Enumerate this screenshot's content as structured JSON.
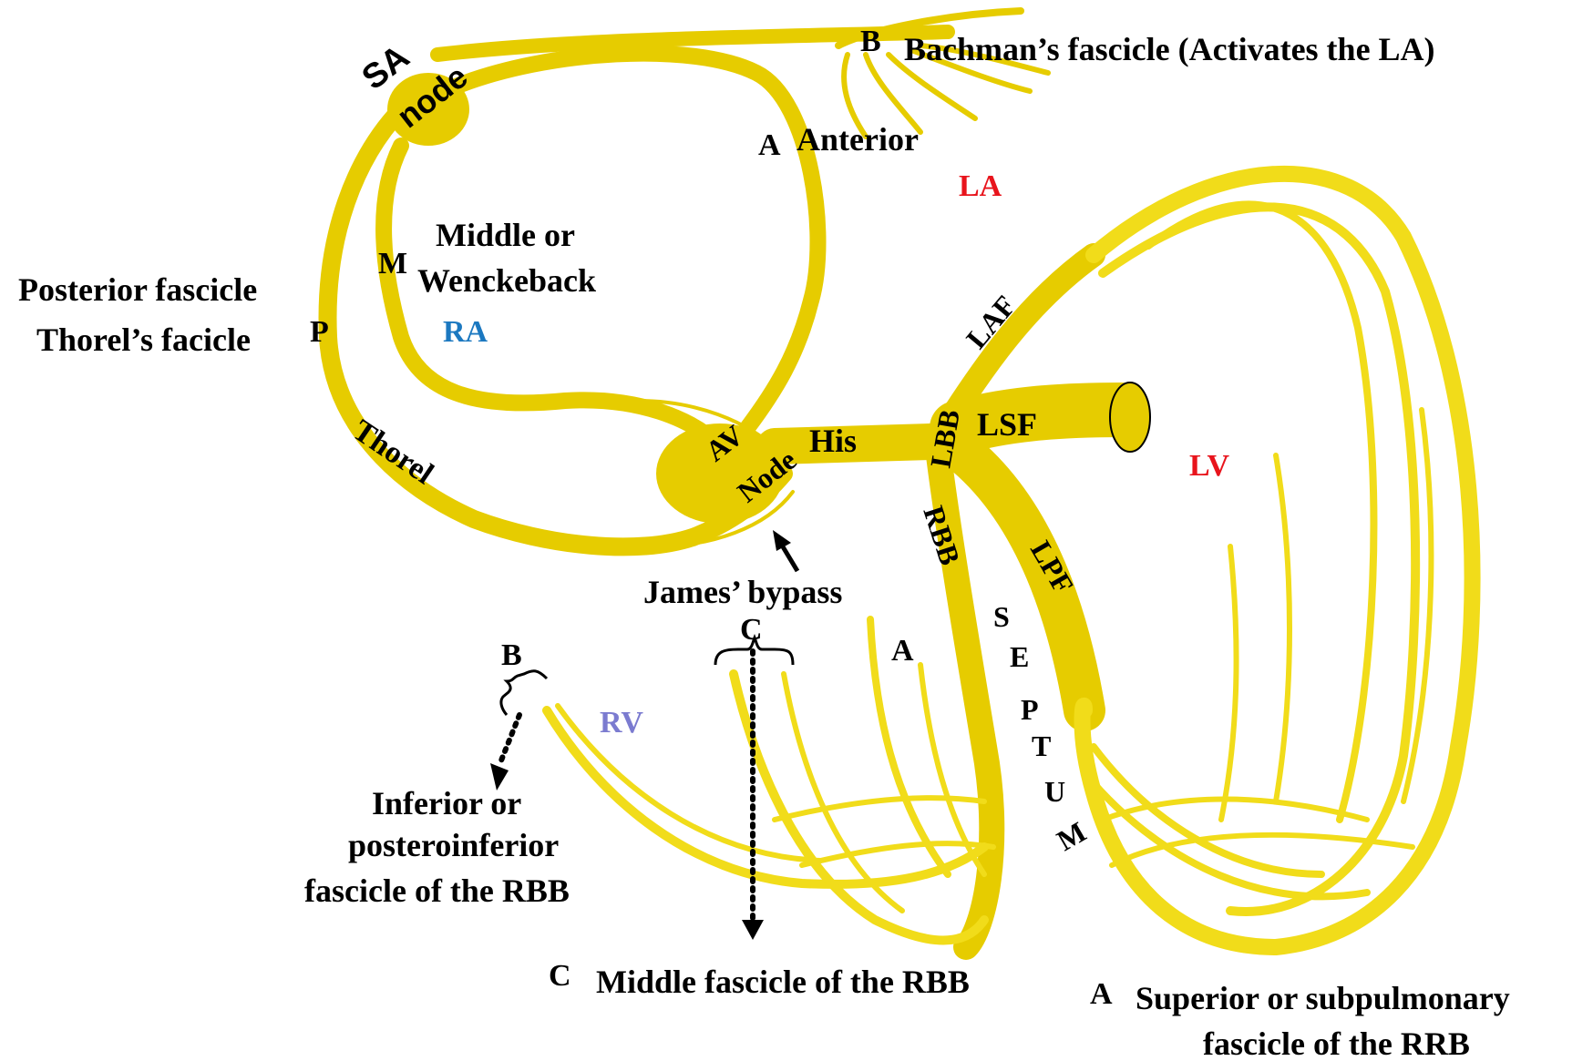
{
  "labels": {
    "sa": "SA",
    "sa_node": "node",
    "bachman_letter": "B",
    "bachman": "Bachman’s fascicle  (Activates the LA)",
    "anterior_letter": "A",
    "anterior": "Anterior",
    "la": "LA",
    "middle_line1": "Middle or",
    "middle_letter": "M",
    "middle_line2": "Wenckeback",
    "posterior_line1": "Posterior  fascicle",
    "posterior_line2": "Thorel’s facicle",
    "posterior_letter": "P",
    "ra": "RA",
    "laf": "LAF",
    "lbb": "LBB",
    "lsf": "LSF",
    "lv": "LV",
    "thorel": "Thorel",
    "av": "AV",
    "av_node": "Node",
    "his": "His",
    "rbb": "RBB",
    "lpf": "LPF",
    "james": "James’ bypass",
    "septum": [
      "S",
      "E",
      "P",
      "T",
      "U",
      "M"
    ],
    "c_bracket": "C",
    "a_rv": "A",
    "b_bracket": "B",
    "rv": "RV",
    "inferior_line1": "Inferior or",
    "inferior_line2": "posteroinferior",
    "inferior_line3": "fascicle of the RBB",
    "middle_rbb_letter": "C",
    "middle_rbb": "Middle fascicle of the RBB",
    "superior_letter": "A",
    "superior_line1": "Superior or  subpulmonary",
    "superior_line2": "fascicle of the RRB"
  },
  "colors": {
    "conduction_path": "#e6cc00",
    "la_lv_label": "#e8141c",
    "ra_label": "#1b78c0",
    "rv_label": "#7b7bd0"
  }
}
